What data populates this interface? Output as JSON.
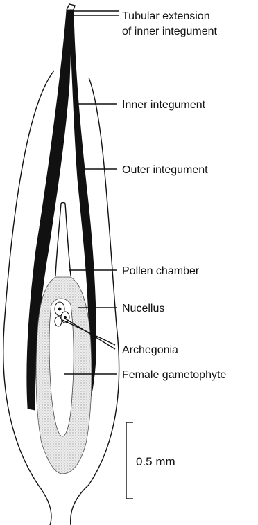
{
  "labels": {
    "tubular_line1": "Tubular extension",
    "tubular_line2": "of inner integument",
    "inner_integument": "Inner integument",
    "outer_integument": "Outer integument",
    "pollen_chamber": "Pollen chamber",
    "nucellus": "Nucellus",
    "archegonia": "Archegonia",
    "female_gametophyte": "Female gametophyte"
  },
  "scale_bar": {
    "label": "0.5 mm"
  },
  "colors": {
    "ink": "#111111",
    "stipple": "#c8c8c8",
    "paper": "#ffffff"
  }
}
